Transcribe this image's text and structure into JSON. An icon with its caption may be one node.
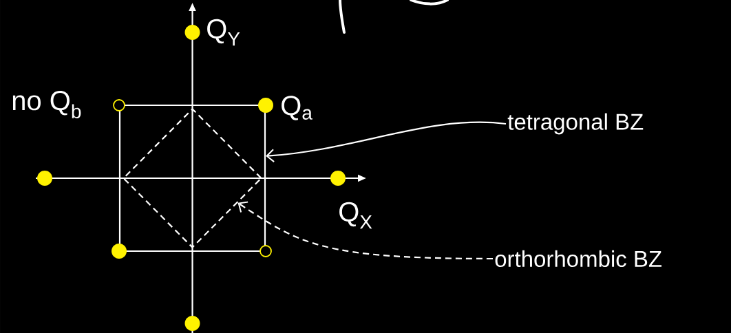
{
  "diagram": {
    "nodes": [
      {
        "text": [],
        "shape": "box"
      },
      {
        "text": [],
        "shape": "diamond"
      },
      {
        "text": [
          "tetragonal BZ"
        ]
      },
      {
        "text": [
          "orthorhombic BZ"
        ]
      }
    ],
    "edges": [
      {
        "from": 2,
        "to": 0,
        "arrow": "to"
      },
      {
        "from": 3,
        "to": 1,
        "arrow": "to",
        "style": "dashed"
      }
    ],
    "labels": [
      "Q$_{Y}$",
      "no Q$_{b}$",
      "Q$_{a}$",
      "Q$_{X}$"
    ]
  }
}
